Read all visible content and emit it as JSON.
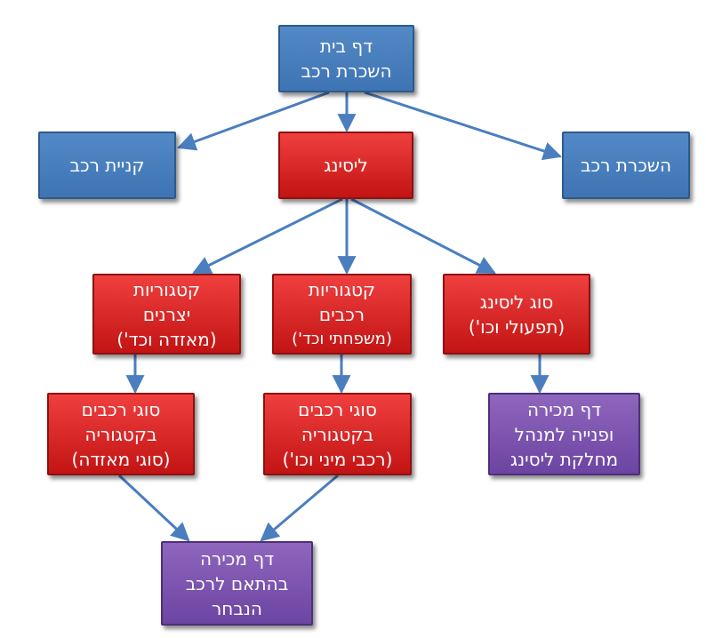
{
  "colors": {
    "blue": "#4a7ebf",
    "red": "#d92a2a",
    "purple": "#7b52ad",
    "arrow": "#4a7ebf"
  },
  "nodes": {
    "home": {
      "lines": [
        "דף בית",
        "השכרת רכב"
      ]
    },
    "purchase": {
      "lines": [
        "קניית רכב"
      ]
    },
    "leasing": {
      "lines": [
        "ליסינג"
      ]
    },
    "rental": {
      "lines": [
        "השכרת רכב"
      ]
    },
    "manufacturers": {
      "lines": [
        "קטגוריות",
        "יצרנים",
        "(מאזדה וכד')"
      ]
    },
    "car_categories": {
      "lines": [
        "קטגוריות",
        "רכבים",
        "(משפחתי וכד')"
      ]
    },
    "leasing_type": {
      "lines": [
        "סוג ליסינג",
        "(תפעולי וכו')"
      ]
    },
    "types_mazda": {
      "lines": [
        "סוגי רכבים",
        "בקטגוריה",
        "(סוגי מאזדה)"
      ]
    },
    "types_mini": {
      "lines": [
        "סוגי רכבים",
        "בקטגוריה",
        "(רכבי מיני וכו')"
      ]
    },
    "sale_manager": {
      "lines": [
        "דף מכירה",
        "ופנייה למנהל",
        "מחלקת ליסינג"
      ]
    },
    "sale_selected": {
      "lines": [
        "דף מכירה",
        "בהתאם לרכב",
        "הנבחר"
      ]
    }
  }
}
